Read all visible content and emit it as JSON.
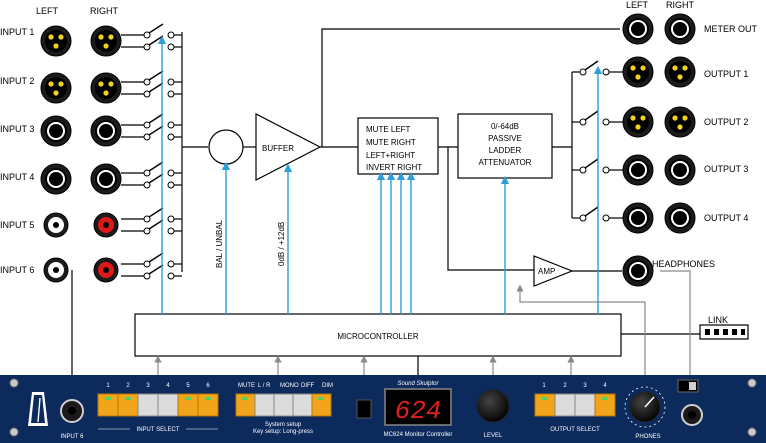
{
  "header": {
    "left": "LEFT",
    "right": "RIGHT"
  },
  "inputs": [
    "INPUT 1",
    "INPUT 2",
    "INPUT 3",
    "INPUT 4",
    "INPUT 5",
    "INPUT 6"
  ],
  "outputs": [
    "OUTPUT 1",
    "OUTPUT 2",
    "OUTPUT 3",
    "OUTPUT 4"
  ],
  "meter_out": "METER OUT",
  "headphones": "HEADPHONES",
  "link": "LINK",
  "blocks": {
    "buffer": "BUFFER",
    "mute": [
      "MUTE LEFT",
      "MUTE RIGHT",
      "LEFT+RIGHT",
      "INVERT RIGHT"
    ],
    "attenuator": [
      "0/-64dB",
      "PASSIVE",
      "LADDER",
      "ATTENUATOR"
    ],
    "amp": "AMP",
    "microcontroller": "MICROCONTROLLER",
    "bal_unbal": "BAL / UNBAL",
    "gain": "0dB / +12dB"
  },
  "panel": {
    "input6": "INPUT 6",
    "input_nums": [
      "1",
      "2",
      "3",
      "4",
      "5",
      "6"
    ],
    "input_select": "INPUT SELECT",
    "func_labels": [
      "MUTE",
      "L / R",
      "MONO",
      "DIFF",
      "DIM"
    ],
    "system_setup": "System setup",
    "key_setup": "Key setup: Long-press",
    "brand": "Sound Skulptor",
    "display": "624",
    "model": "MC624 Monitor Controller",
    "level": "LEVEL",
    "output_nums": [
      "1",
      "2",
      "3",
      "4"
    ],
    "output_select": "OUTPUT SELECT",
    "phones": "PHONES"
  },
  "colors": {
    "panel": "#0d2a5c",
    "blue": "#2c9ed8",
    "button": "#f2a51a",
    "display": "#e02020",
    "xlr_pin": "#f5d21a",
    "rca_red": "#e01818"
  }
}
